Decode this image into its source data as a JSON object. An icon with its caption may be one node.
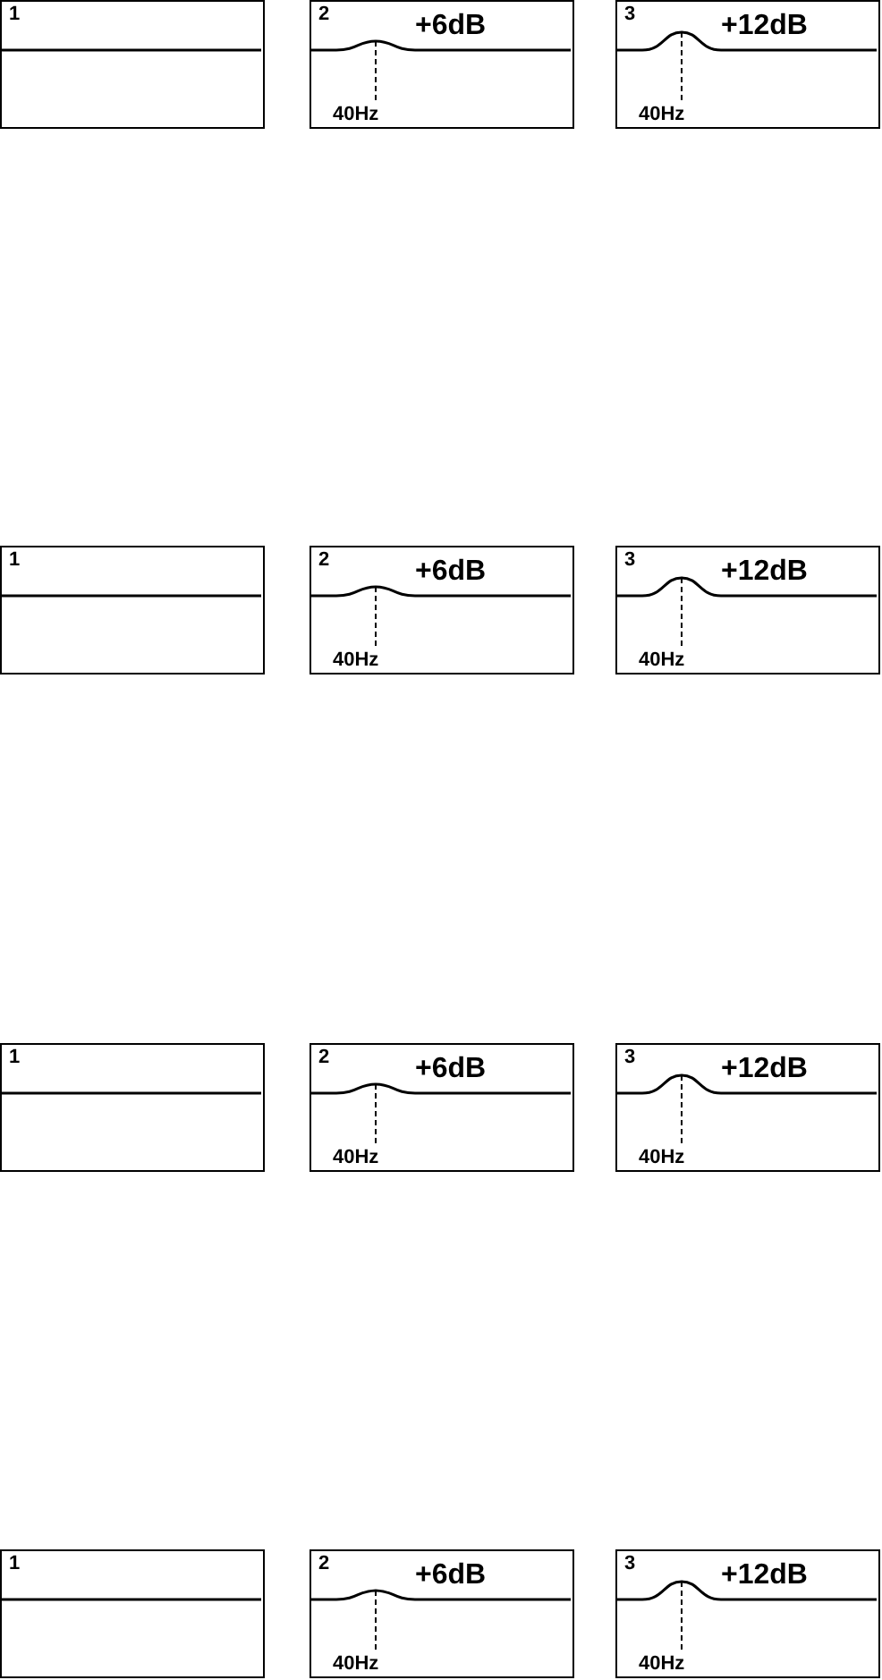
{
  "diagram": {
    "nodes": [
      {
        "text": [
          "1"
        ]
      },
      {
        "text": [
          "2",
          "+6dB",
          "40Hz"
        ]
      },
      {
        "text": [
          "3",
          "+12dB",
          "40Hz"
        ]
      },
      {
        "text": [
          "1"
        ]
      },
      {
        "text": [
          "2",
          "+6dB",
          "40Hz"
        ]
      },
      {
        "text": [
          "3",
          "+12dB",
          "40Hz"
        ]
      },
      {
        "text": [
          "1"
        ]
      },
      {
        "text": [
          "2",
          "+6dB",
          "40Hz"
        ]
      },
      {
        "text": [
          "3",
          "+12dB",
          "40Hz"
        ]
      },
      {
        "text": [
          "1"
        ]
      },
      {
        "text": [
          "2",
          "+6dB",
          "40Hz"
        ]
      },
      {
        "text": [
          "3",
          "+12dB",
          "40Hz"
        ]
      }
    ]
  }
}
